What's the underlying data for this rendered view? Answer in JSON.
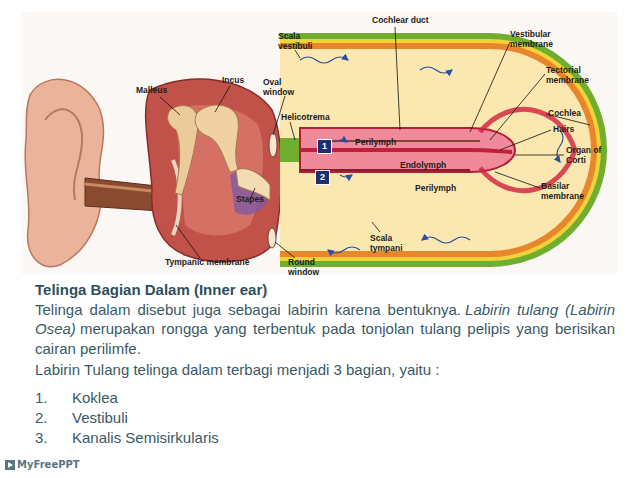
{
  "diagram": {
    "title": "Telinga Bagian Dalam (Inner ear)",
    "labels": [
      "Cochlear duct",
      "Vestibular membrane",
      "Scala vestibuli",
      "Incus",
      "Oval window",
      "Malleus",
      "Tectorial membrane",
      "Helicotrema",
      "Cochlea",
      "Hairs",
      "1",
      "Perilymph",
      "Organ of Corti",
      "Endolymph",
      "2",
      "Perilymph",
      "Basilar membrane",
      "Stapes",
      "Scala tympani",
      "Tympanic membrane",
      "Round window",
      "Telinga dalam disebut juga sebagai labirin karena bentuknya.",
      "Labirin tulang (Labirin Osea)",
      "merupakan rongga yang terbentuk pada tonjolan tulang pelipis yang berisikan cairan perilimfe.",
      "Labirin Tulang telinga dalam terbagi menjadi 3 bagian, yaitu :",
      "1.",
      "Koklea",
      "2.",
      "Vestibuli",
      "3.",
      "Kanalis Semisirkularis",
      "MyFreePPT"
    ]
  }
}
